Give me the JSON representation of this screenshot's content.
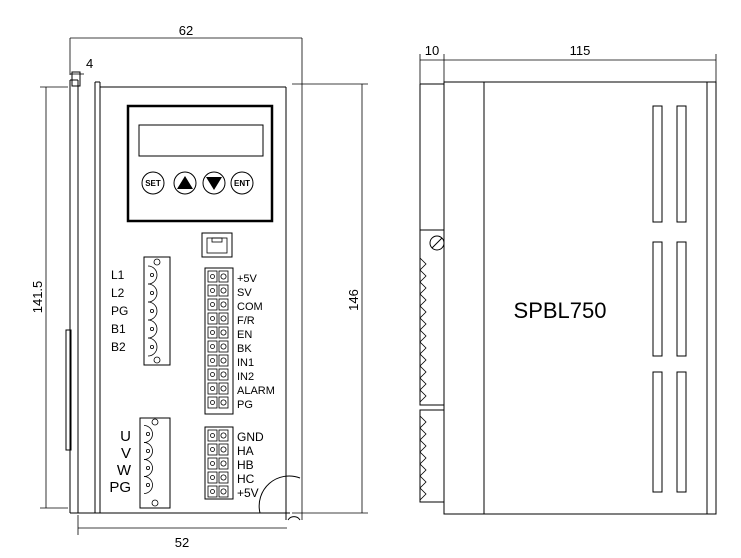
{
  "dimensions": {
    "width_top": "62",
    "wall_offset": "4",
    "height_left": "141.5",
    "height_right": "146",
    "width_bottom": "52",
    "side_depth_small": "10",
    "side_depth": "115"
  },
  "panel": {
    "buttons": [
      "SET",
      "▲",
      "▼",
      "ENT"
    ]
  },
  "power_terminal": [
    "L1",
    "L2",
    "PG",
    "B1",
    "B2"
  ],
  "motor_terminal": [
    "U",
    "V",
    "W",
    "PG"
  ],
  "control_terminal": [
    "+5V",
    "SV",
    "COM",
    "F/R",
    "EN",
    "BK",
    "IN1",
    "IN2",
    "ALARM",
    "PG"
  ],
  "hall_terminal": [
    "GND",
    "HA",
    "HB",
    "HC",
    "+5V"
  ],
  "side_view": {
    "model": "SPBL750"
  }
}
